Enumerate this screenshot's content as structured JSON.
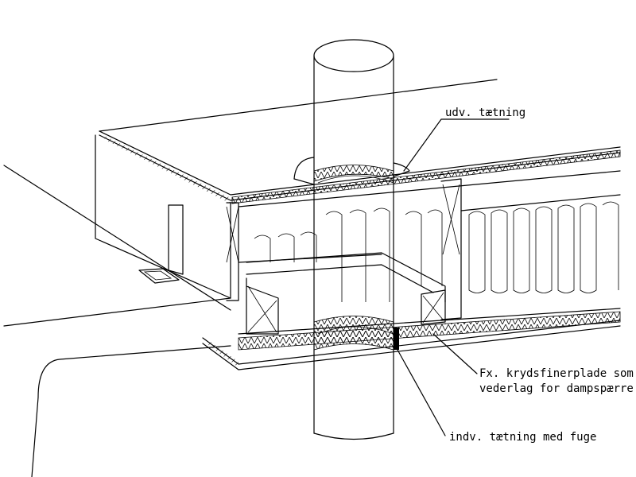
{
  "labels": {
    "outer_seal": "udv. tætning",
    "plywood_line1": "Fx. krydsfinerplade som",
    "plywood_line2": "vederlag for dampspærre",
    "inner_seal": "indv. tætning med fuge"
  }
}
